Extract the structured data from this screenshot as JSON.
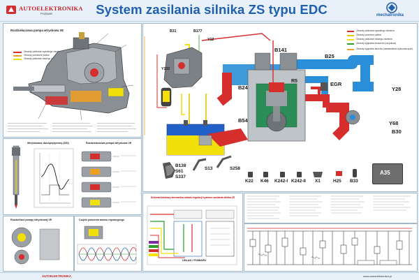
{
  "header": {
    "brand": "AUTOELEKTRONIKA",
    "brand_sub": "POZNAŃ",
    "title": "System zasilania silnika ZS typu EDC",
    "logo_right": "mechatronika"
  },
  "colors": {
    "header_bg": "#e8f1f9",
    "title": "#1f5fae",
    "fuel_yellow": "#f2e00a",
    "return_yellow": "#e8c800",
    "intake_blue": "#2a8fd8",
    "exhaust_red": "#d62d2d",
    "tank_blue": "#2060c8",
    "ecu_gray": "#6e6e6e"
  },
  "left_top": {
    "title": "Rozdzielaczowa pompa wtryskowa VE",
    "legend": [
      "Obwody paliwowe wysokiego ciśnienia",
      "Obwody pośrednie paliwa",
      "Obwody paliwowe niskiego ciśnienia"
    ]
  },
  "mid_left": {
    "title_left": "Wtryskiwacz dwusprężynowy (DSI)",
    "title_right": "Rozdzielaczowa pompa wtryskowa VE"
  },
  "bottom_left": {
    "title": "Rozdzielacz pompy wtryskowej VE",
    "title_right": "Czujnik położenia zaworu regulacyjnego"
  },
  "bottom_middle": {
    "title": "Schemat blokowy sterownika układu regulacji systemu zasilania silnika ZS",
    "ecu_label": "UKŁAD I POMIARU"
  },
  "main_diagram": {
    "component_labels": {
      "b31": "B31",
      "b177": "B177",
      "y12": "Y12",
      "y132": "Y132",
      "b141": "B141",
      "b25": "B25",
      "r5": "R5",
      "egr": "EGR",
      "b24": "B24",
      "y28": "Y28",
      "b54": "B54",
      "y68": "Y68",
      "b30": "B30"
    },
    "legend": [
      "Obwody paliwowe wysokiego ciśnienia",
      "Obwody powrotne paliwa",
      "Obwody paliwowe niskiego ciśnienia",
      "Obwody sygnałów sensorów (czujników)",
      "Obwody sygnałów aktorów (nastawników wykonawczych)"
    ],
    "sensors": {
      "b138": "B138",
      "s61": "S61",
      "s337": "S337",
      "s13": "S13",
      "s258": "S258"
    },
    "connectors": [
      "K22",
      "K46",
      "K242-I",
      "K242-II",
      "X1",
      "H25",
      "B33"
    ],
    "ecu": "A35"
  },
  "footer": {
    "left": "AUTOELEKTRONIKA",
    "right": "www.autoelektronika.pl"
  }
}
